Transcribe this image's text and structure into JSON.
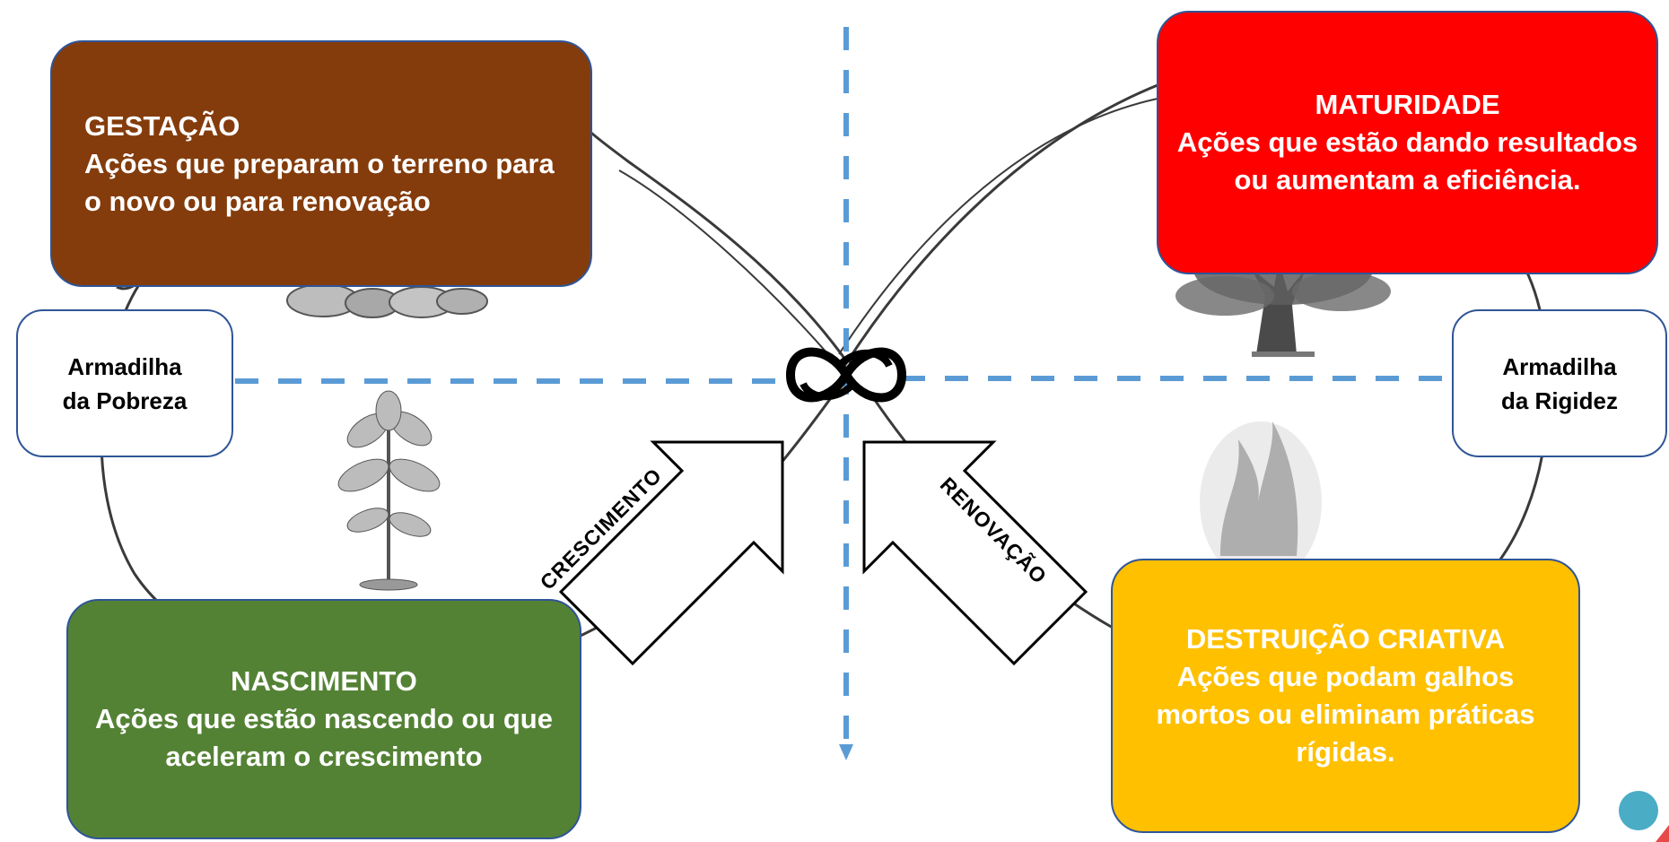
{
  "boxes": {
    "gestacao": {
      "title": "GESTAÇÃO",
      "body": "Ações que preparam o terreno para o novo ou para renovação"
    },
    "maturidade": {
      "title": "MATURIDADE",
      "body": "Ações que estão dando resultados ou aumentam a eficiência."
    },
    "nascimento": {
      "title": "NASCIMENTO",
      "body": "Ações que estão nascendo ou que aceleram o crescimento"
    },
    "destruicao": {
      "title": "DESTRUIÇÃO CRIATIVA",
      "body": "Ações que podam galhos mortos ou eliminam práticas rígidas."
    }
  },
  "traps": {
    "left": [
      "Armadilha",
      "da Pobreza"
    ],
    "right": [
      "Armadilha",
      "da Rigidez"
    ]
  },
  "arrows": {
    "growth": "CRESCIMENTO",
    "renewal": "RENOVAÇÃO"
  },
  "colors": {
    "gestacao": "#843c0c",
    "maturidade": "#ff0000",
    "nascimento": "#548235",
    "destruicao": "#ffc000",
    "axis_dash": "#5b9bd5",
    "box_border": "#2f5597",
    "corner_dot": "#4bacc6"
  }
}
